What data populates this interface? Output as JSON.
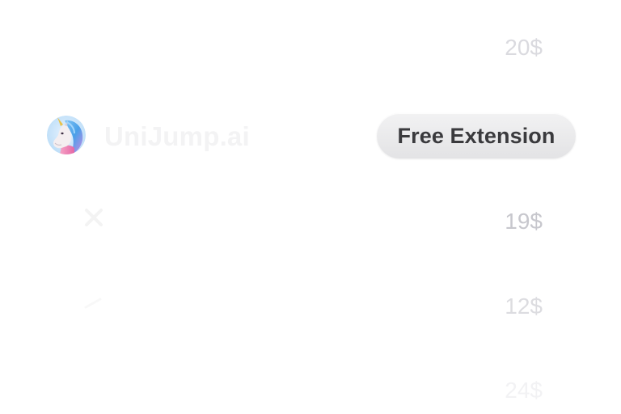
{
  "pricing_list": {
    "rows": [
      {
        "name": "",
        "price": "20$",
        "state": "faded-above"
      },
      {
        "name": "UniJump.ai",
        "price": "",
        "cta_label": "Free Extension",
        "logo": "unicorn-logo",
        "state": "highlighted"
      },
      {
        "name": "",
        "price": "19$",
        "logo": "x-logo",
        "state": "faded-below"
      },
      {
        "name": "",
        "price": "12$",
        "logo": "faint-logo",
        "state": "faded-below"
      },
      {
        "name": "",
        "price": "24$",
        "state": "faded-below"
      }
    ]
  },
  "colors": {
    "background": "#ffffff",
    "cta_background": "#e9e9eb",
    "cta_text": "#3a3a3d",
    "price_text": "#c7c7cd",
    "name_text_faded": "#f3f3f4"
  }
}
